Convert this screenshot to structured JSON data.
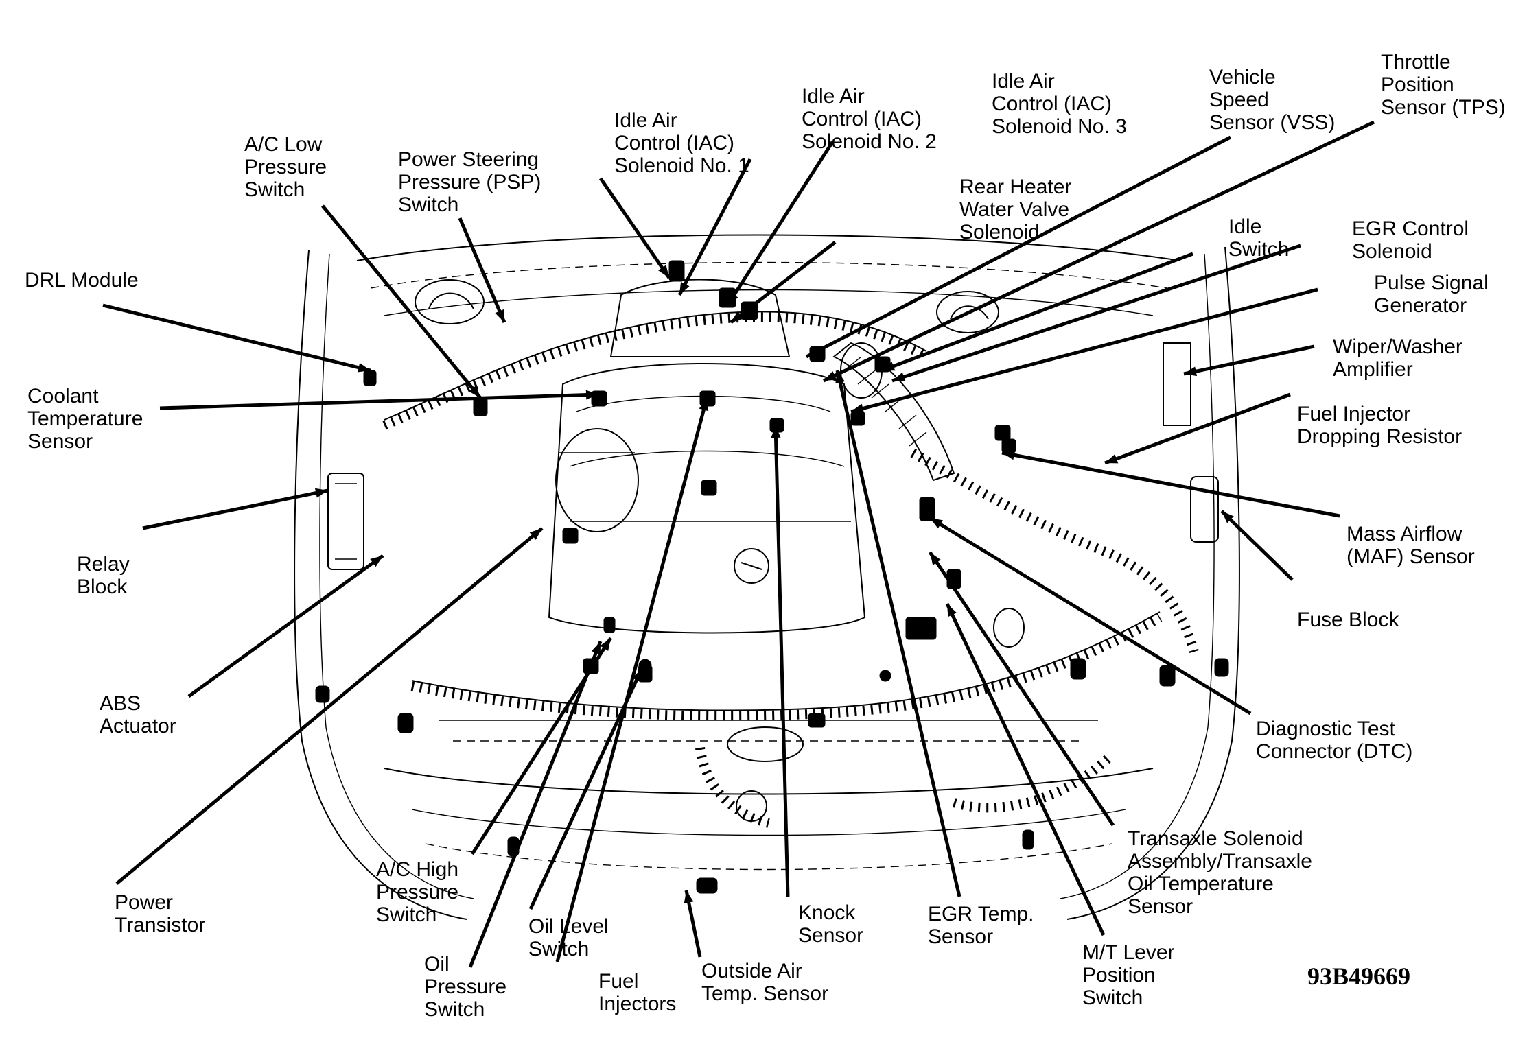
{
  "diagram": {
    "title": "Engine Compartment Component Locations",
    "figure_id": "93B49669",
    "colors": {
      "ink": "#000000",
      "background": "#ffffff"
    },
    "labels": [
      {
        "id": "drl-module",
        "lines": [
          "DRL Module"
        ]
      },
      {
        "id": "ac-low-pressure-switch",
        "lines": [
          "A/C Low",
          "Pressure",
          "Switch"
        ]
      },
      {
        "id": "psp-switch",
        "lines": [
          "Power Steering",
          "Pressure (PSP)",
          "Switch"
        ]
      },
      {
        "id": "iac-solenoid-1",
        "lines": [
          "Idle Air",
          "Control (IAC)",
          "Solenoid No. 1"
        ]
      },
      {
        "id": "iac-solenoid-2",
        "lines": [
          "Idle Air",
          "Control (IAC)",
          "Solenoid No. 2"
        ]
      },
      {
        "id": "iac-solenoid-3",
        "lines": [
          "Idle Air",
          "Control (IAC)",
          "Solenoid No. 3"
        ]
      },
      {
        "id": "rear-heater-water-valve-solenoid",
        "lines": [
          "Rear Heater",
          "Water Valve",
          "Solenoid"
        ]
      },
      {
        "id": "vss",
        "lines": [
          "Vehicle",
          "Speed",
          "Sensor (VSS)"
        ]
      },
      {
        "id": "tps",
        "lines": [
          "Throttle",
          "Position",
          "Sensor (TPS)"
        ]
      },
      {
        "id": "idle-switch",
        "lines": [
          "Idle",
          "Switch"
        ]
      },
      {
        "id": "egr-control-solenoid",
        "lines": [
          "EGR Control",
          "Solenoid"
        ]
      },
      {
        "id": "pulse-signal-generator",
        "lines": [
          "Pulse Signal",
          "Generator"
        ]
      },
      {
        "id": "wiper-washer-amplifier",
        "lines": [
          "Wiper/Washer",
          "Amplifier"
        ]
      },
      {
        "id": "fuel-injector-dropping-resistor",
        "lines": [
          "Fuel Injector",
          "Dropping Resistor"
        ]
      },
      {
        "id": "coolant-temperature-sensor",
        "lines": [
          "Coolant",
          "Temperature",
          "Sensor"
        ]
      },
      {
        "id": "relay-block",
        "lines": [
          "Relay",
          "Block"
        ]
      },
      {
        "id": "maf-sensor",
        "lines": [
          "Mass Airflow",
          "(MAF) Sensor"
        ]
      },
      {
        "id": "fuse-block",
        "lines": [
          "Fuse Block"
        ]
      },
      {
        "id": "abs-actuator",
        "lines": [
          "ABS",
          "Actuator"
        ]
      },
      {
        "id": "dtc",
        "lines": [
          "Diagnostic Test",
          "Connector (DTC)"
        ]
      },
      {
        "id": "power-transistor",
        "lines": [
          "Power",
          "Transistor"
        ]
      },
      {
        "id": "ac-high-pressure-switch",
        "lines": [
          "A/C High",
          "Pressure",
          "Switch"
        ]
      },
      {
        "id": "oil-pressure-switch",
        "lines": [
          "Oil",
          "Pressure",
          "Switch"
        ]
      },
      {
        "id": "oil-level-switch",
        "lines": [
          "Oil Level",
          "Switch"
        ]
      },
      {
        "id": "fuel-injectors",
        "lines": [
          "Fuel",
          "Injectors"
        ]
      },
      {
        "id": "outside-air-temp-sensor",
        "lines": [
          "Outside Air",
          "Temp. Sensor"
        ]
      },
      {
        "id": "knock-sensor",
        "lines": [
          "Knock",
          "Sensor"
        ]
      },
      {
        "id": "egr-temp-sensor",
        "lines": [
          "EGR Temp.",
          "Sensor"
        ]
      },
      {
        "id": "mt-lever-position-switch",
        "lines": [
          "M/T Lever",
          "Position",
          "Switch"
        ]
      },
      {
        "id": "transaxle-solenoid-assembly",
        "lines": [
          "Transaxle Solenoid",
          "Assembly/Transaxle",
          "Oil Temperature",
          "Sensor"
        ]
      }
    ]
  }
}
